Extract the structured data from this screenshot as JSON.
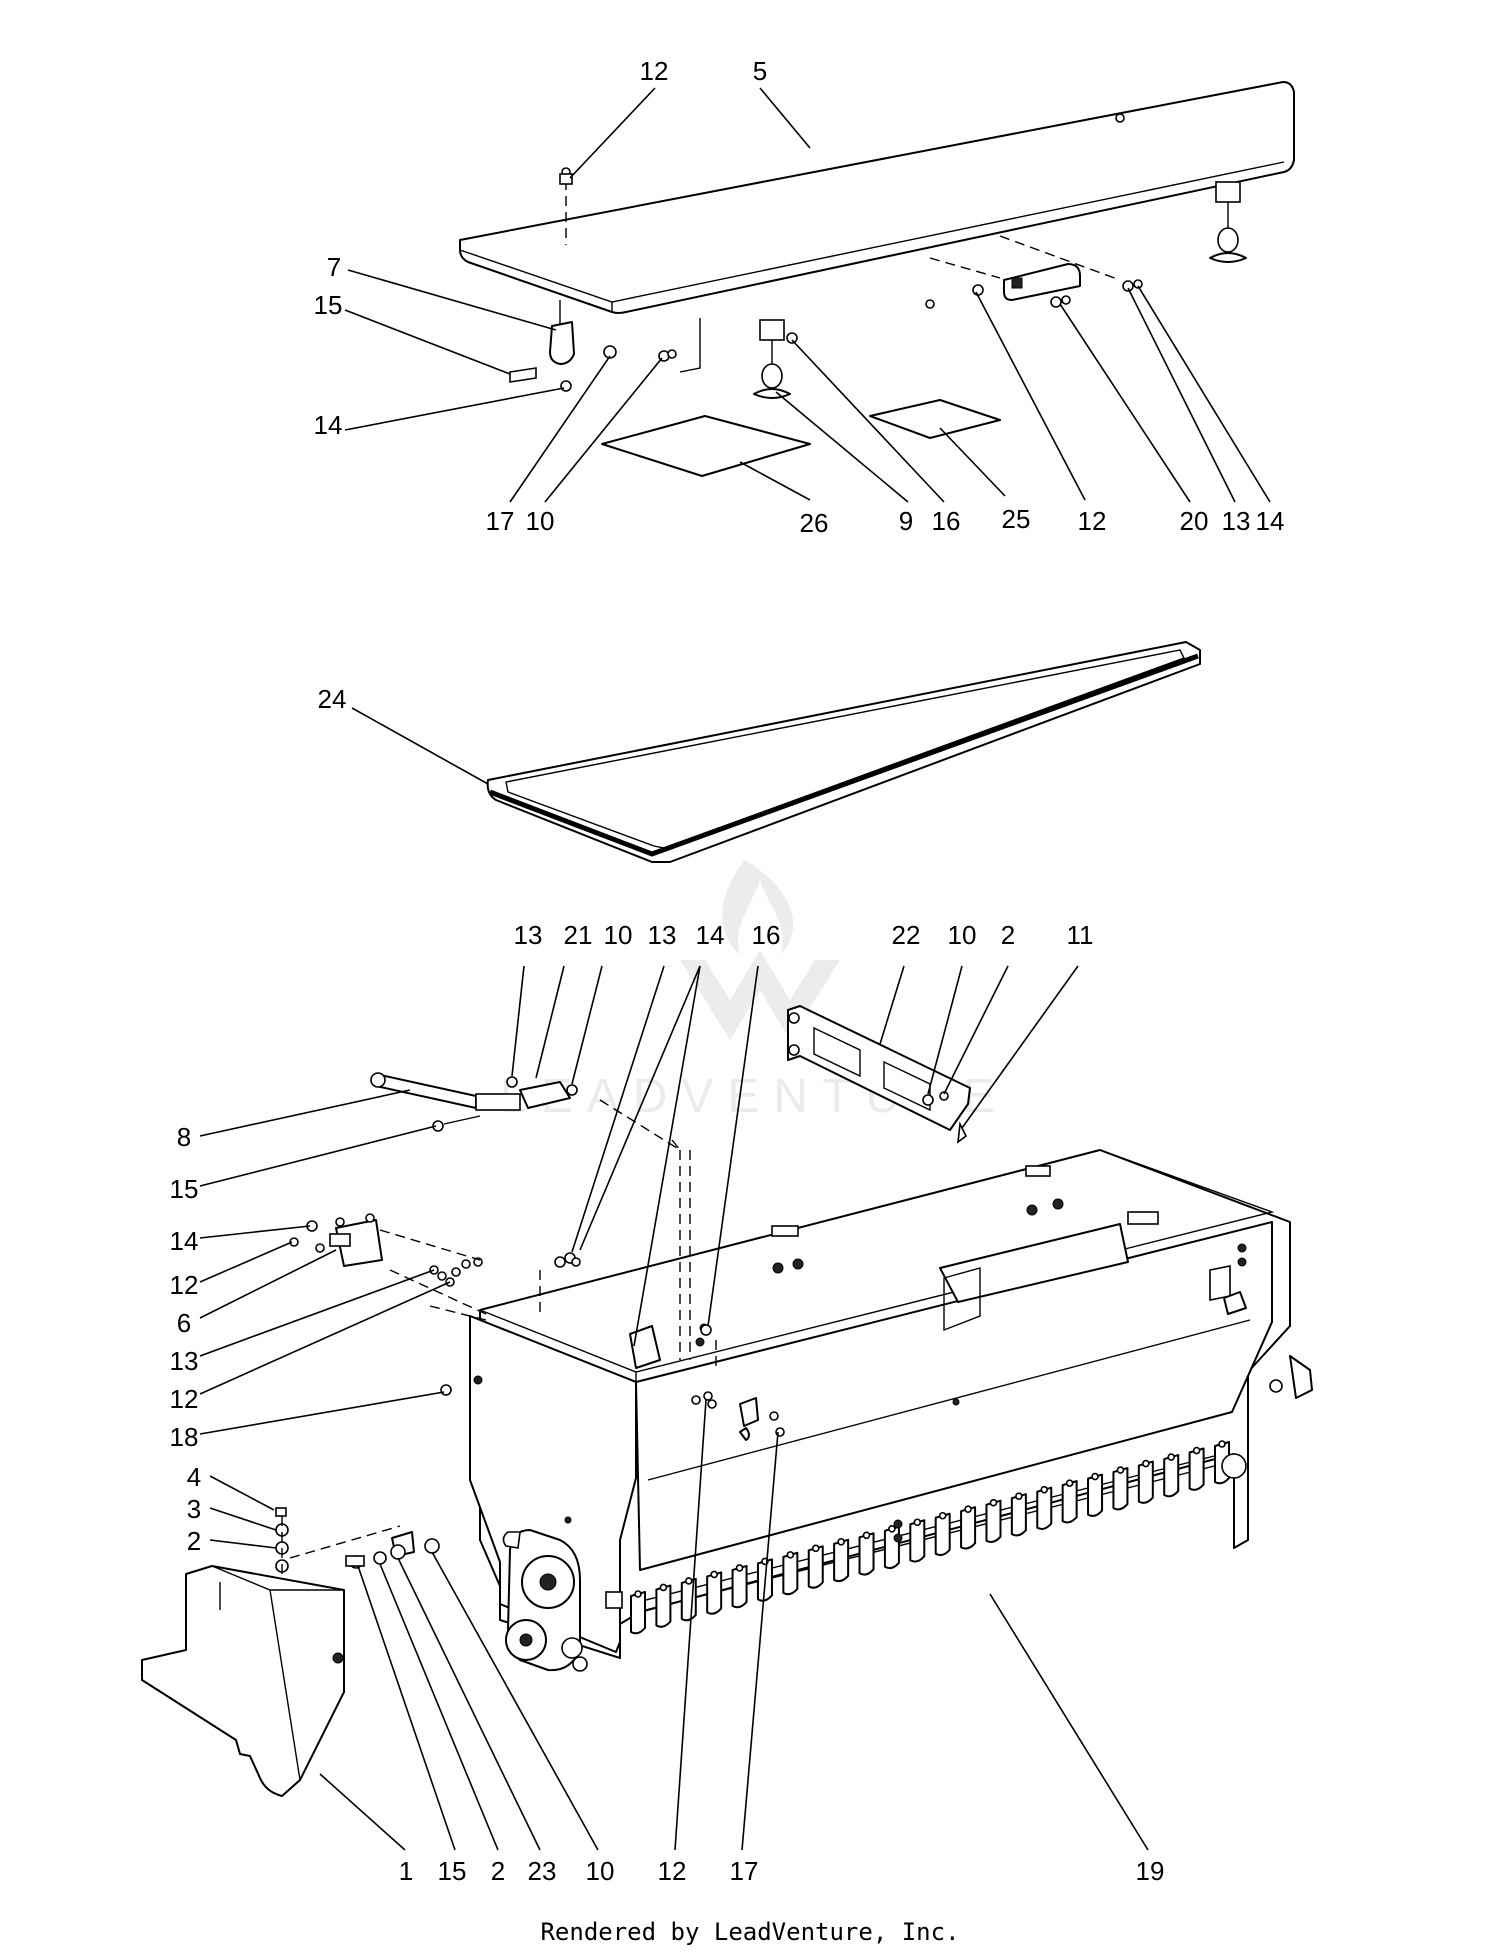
{
  "diagram": {
    "footer": "Rendered by LeadVenture, Inc.",
    "watermark": "LEADVENTURE",
    "callouts": {
      "lid_12a": "12",
      "lid_5": "5",
      "lid_7": "7",
      "lid_15": "15",
      "lid_14a": "14",
      "lid_17": "17",
      "lid_10": "10",
      "lid_26": "26",
      "lid_9": "9",
      "lid_16": "16",
      "lid_25": "25",
      "lid_12b": "12",
      "lid_20": "20",
      "lid_13": "13",
      "lid_14b": "14",
      "gasket_24": "24",
      "strut_13a": "13",
      "strut_21": "21",
      "strut_10": "10",
      "strut_13b": "13",
      "strut_14": "14",
      "strut_16": "16",
      "guard_22": "22",
      "guard_10": "10",
      "guard_2": "2",
      "guard_11": "11",
      "side_8": "8",
      "side_15": "15",
      "side_14": "14",
      "side_12a": "12",
      "side_6": "6",
      "side_13": "13",
      "side_12b": "12",
      "side_18": "18",
      "side_4": "4",
      "side_3": "3",
      "side_2": "2",
      "bot_1": "1",
      "bot_15": "15",
      "bot_2": "2",
      "bot_23": "23",
      "bot_10": "10",
      "bot_12": "12",
      "bot_17": "17",
      "bot_19": "19"
    }
  }
}
